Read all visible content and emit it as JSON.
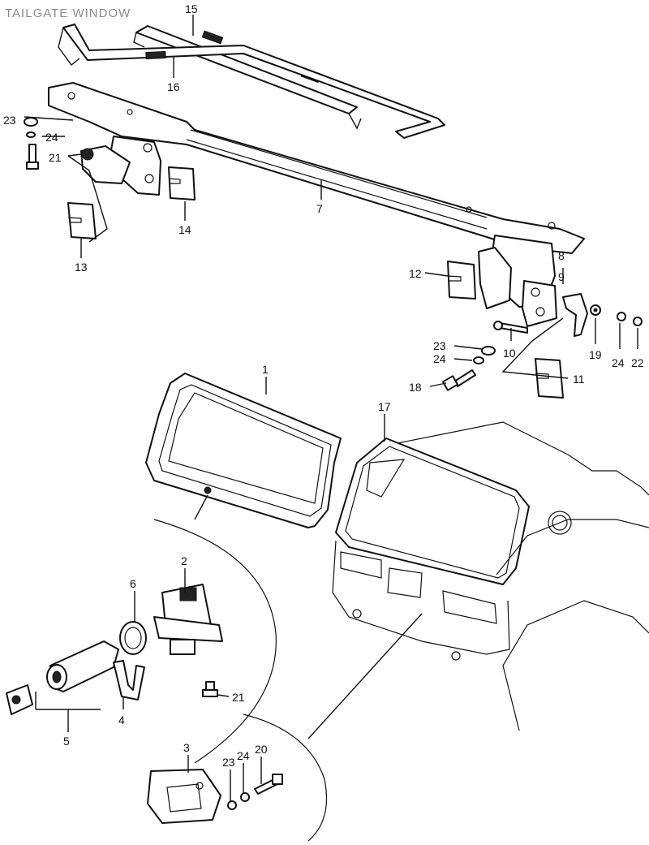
{
  "title": "TAILGATE WINDOW",
  "callouts": {
    "c1": "1",
    "c2": "2",
    "c3": "3",
    "c4": "4",
    "c5": "5",
    "c6": "6",
    "c7": "7",
    "c8": "8",
    "c9": "9",
    "c10": "10",
    "c11": "11",
    "c12": "12",
    "c13": "13",
    "c14": "14",
    "c15": "15",
    "c16": "16",
    "c17": "17",
    "c18": "18",
    "c19": "19",
    "c20": "20",
    "c21a": "21",
    "c21b": "21",
    "c22": "22",
    "c23a": "23",
    "c23b": "23",
    "c23c": "23",
    "c24a": "24",
    "c24b": "24",
    "c24c": "24",
    "c24d": "24"
  }
}
